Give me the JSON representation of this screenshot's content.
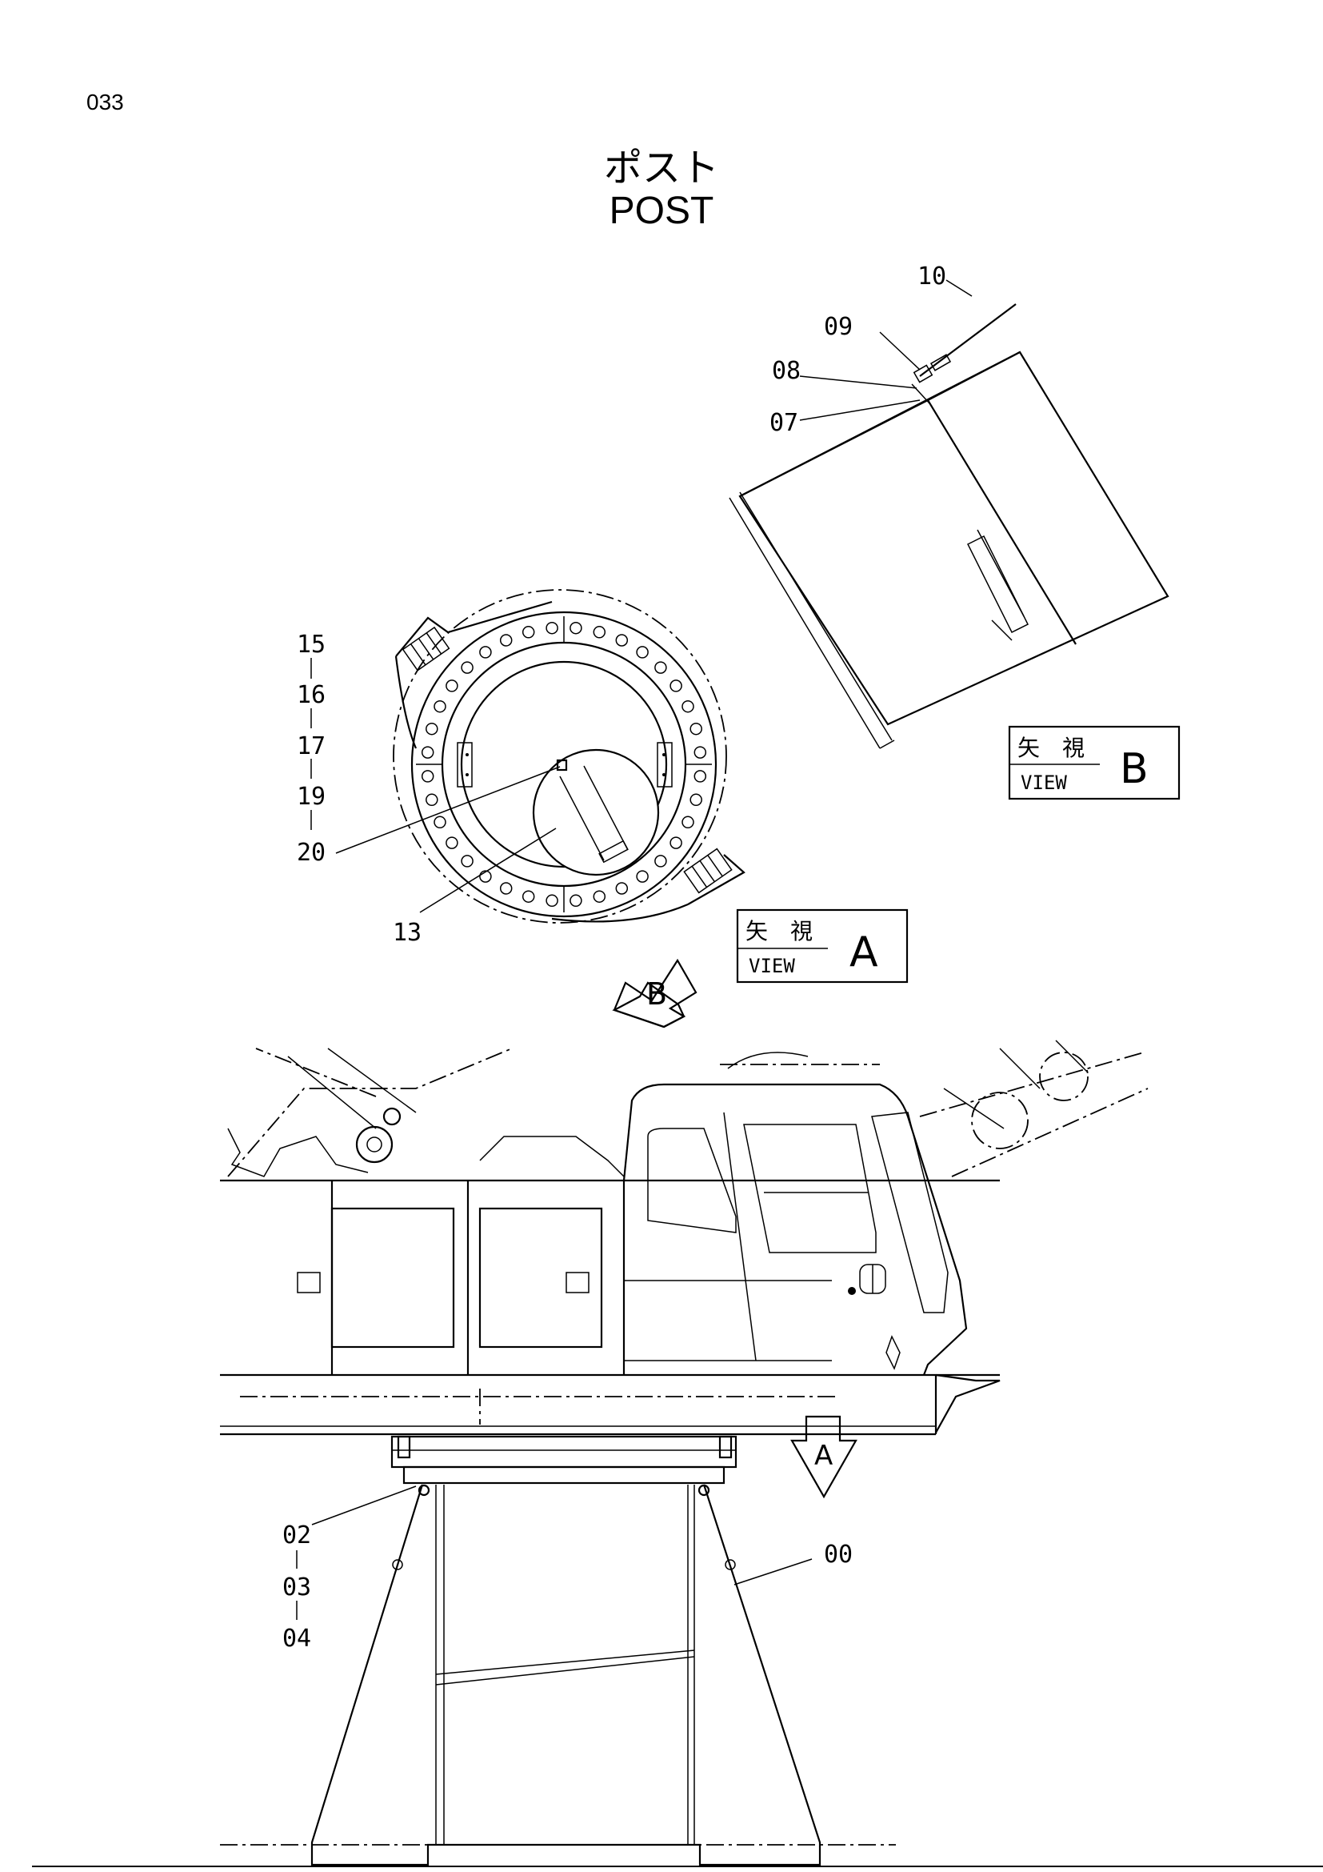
{
  "page_number": "033",
  "title_jp": "ポスト",
  "title_en": "POST",
  "view_boxes": {
    "a": {
      "jp": "矢　視",
      "en": "VIEW",
      "letter": "A"
    },
    "b": {
      "jp": "矢　視",
      "en": "VIEW",
      "letter": "B"
    }
  },
  "view_arrows": {
    "a": "A",
    "b": "B"
  },
  "part_labels": {
    "p10": "10",
    "p09": "09",
    "p08": "08",
    "p07": "07",
    "p15": "15",
    "p16": "16",
    "p17": "17",
    "p19": "19",
    "p20": "20",
    "p13": "13",
    "p02": "02",
    "p03": "03",
    "p04": "04",
    "p00": "00"
  }
}
